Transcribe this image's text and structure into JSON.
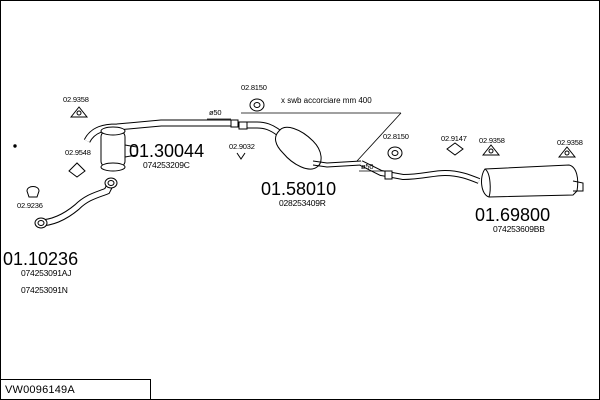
{
  "model_code": "VW0096149A",
  "parts": {
    "front_pipe": {
      "number": "01.10236",
      "refs": [
        "074253091AJ",
        "074253091N"
      ]
    },
    "catalyst": {
      "number": "01.30044",
      "refs": [
        "074253209C"
      ]
    },
    "middle_silencer": {
      "number": "01.58010",
      "refs": [
        "028253409R"
      ]
    },
    "rear_silencer": {
      "number": "01.69800",
      "refs": [
        "074253609BB"
      ]
    }
  },
  "accessories": {
    "a1": "02.9358",
    "a2": "02.9548",
    "a3": "02.9236",
    "a4": "02.8150",
    "a5": "02.9032",
    "a6": "02.8150",
    "a7": "02.9147",
    "a8": "02.9358",
    "a9": "02.9358"
  },
  "pipe_diameters": {
    "d1": "ø50",
    "d2": "ø50"
  },
  "note": "x swb accorciare mm 400"
}
